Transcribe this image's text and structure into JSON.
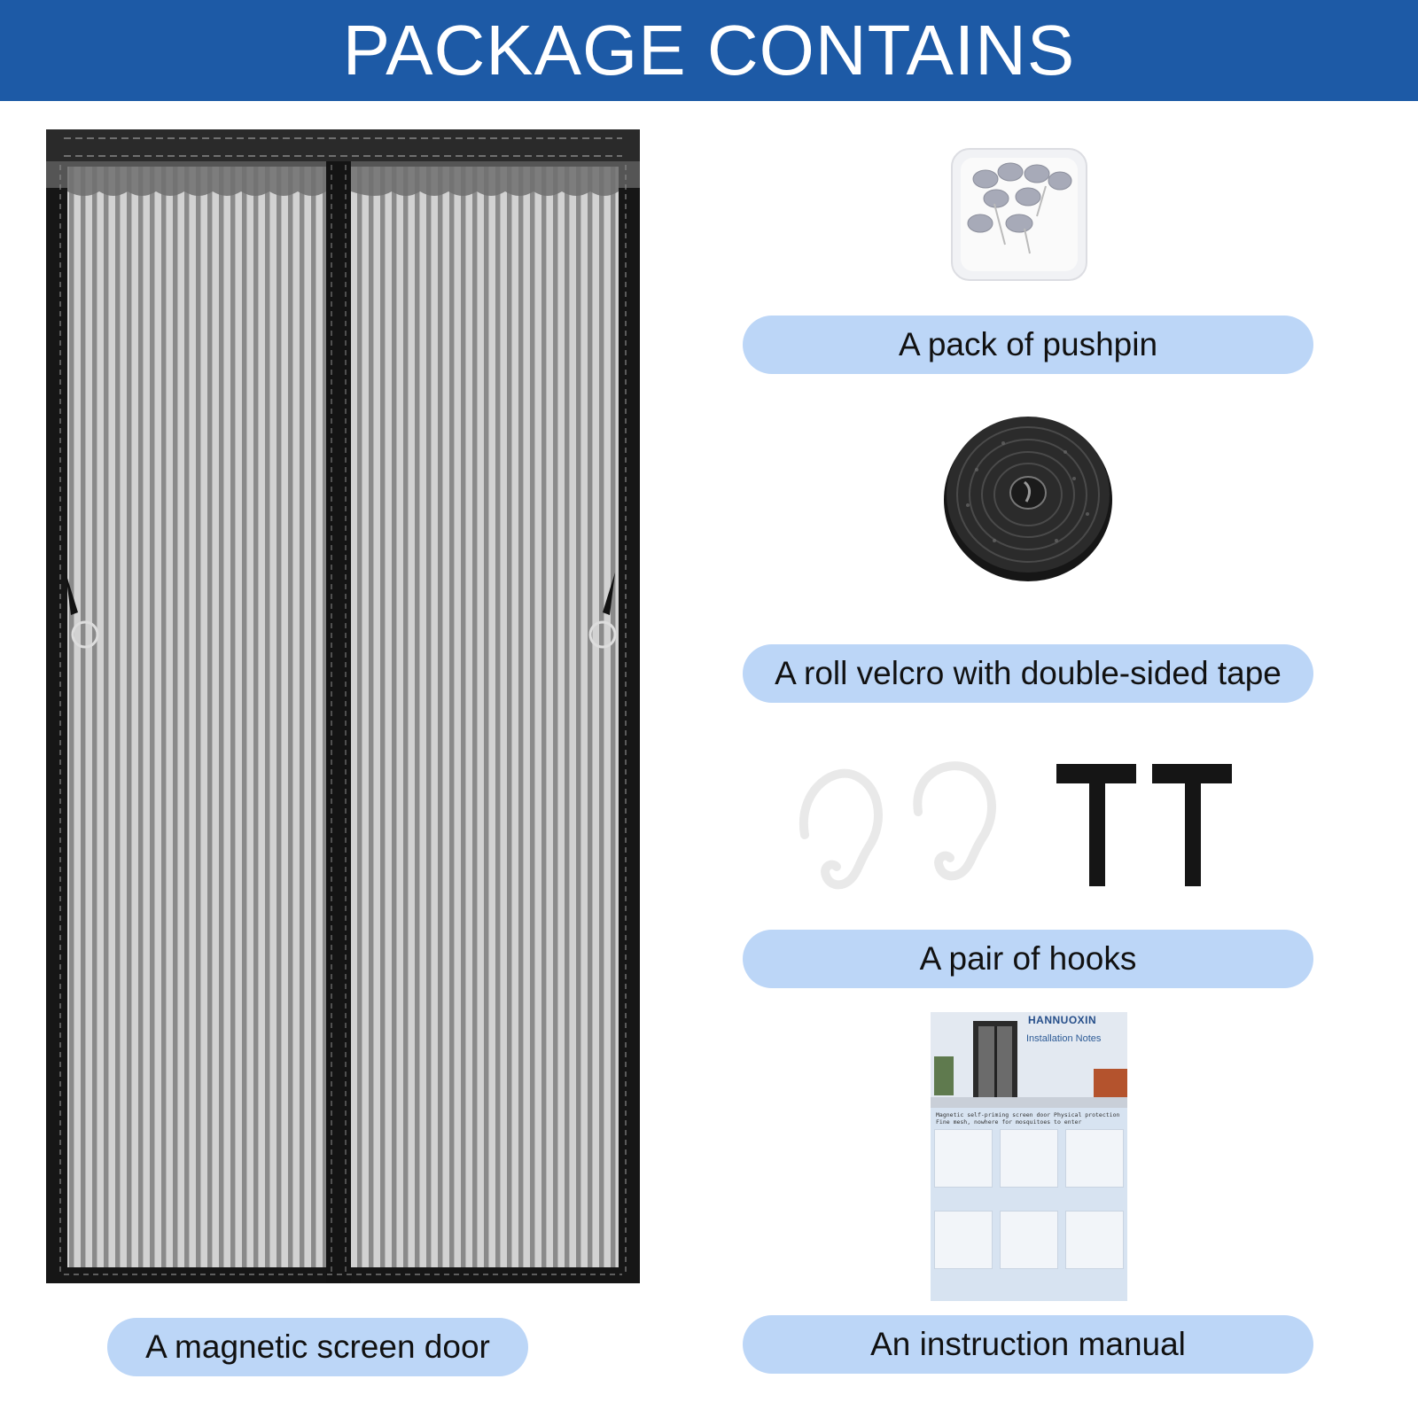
{
  "header": {
    "title": "PACKAGE CONTAINS"
  },
  "items": {
    "door": {
      "label": "A magnetic screen door",
      "icon": "magnetic-screen-door-image"
    },
    "pushpin": {
      "label": "A pack of pushpin",
      "icon": "pushpin-pack-image"
    },
    "velcro": {
      "label": "A roll velcro with double-sided tape",
      "icon": "velcro-roll-image"
    },
    "hooks": {
      "label": "A pair of hooks",
      "icon": "hooks-and-straps-image"
    },
    "manual": {
      "label": "An instruction manual",
      "icon": "instruction-manual-image"
    }
  },
  "manual_page": {
    "brand": "HANNUOXIN",
    "subtitle": "Installation Notes",
    "description": "Magnetic self-priming screen door Physical protection Fine mesh, nowhere for mosquitoes to enter"
  },
  "colors": {
    "banner": "#1d5aa6",
    "pill": "#bcd6f7",
    "text": "#111111"
  }
}
